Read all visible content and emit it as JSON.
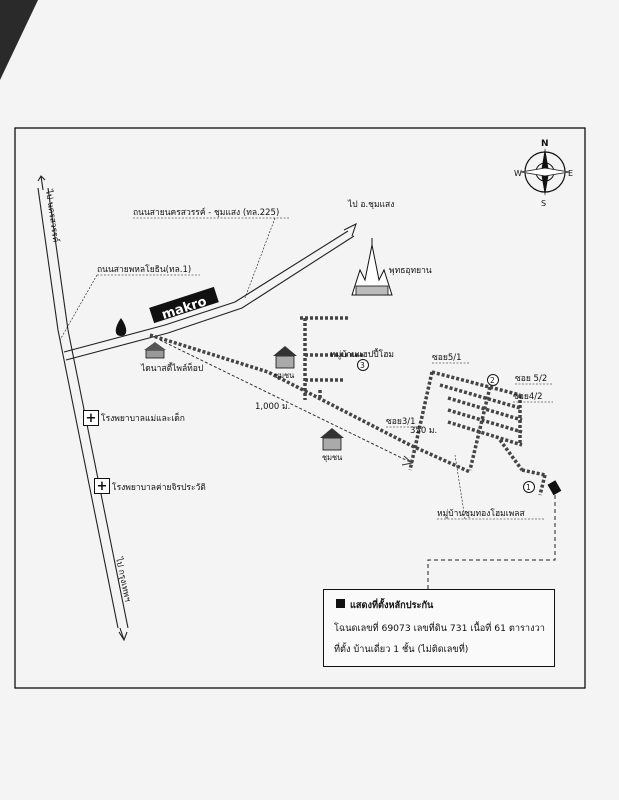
{
  "map": {
    "roads": {
      "nakhon_sawan_rd": "ถนนสายนครสวรรค์ - ชุมแสง (ทล.225)",
      "phahonyothin_rd": "ถนนสายพหลโยธิน(ทล.1)",
      "to_nakhon_sawan": "ไป นครสวรรค์",
      "to_chum_saeng": "ไป อ.ชุมแสง",
      "to_bangkok": "ไป กรุงเทพฯ"
    },
    "landmarks": {
      "makro": "makro",
      "temple": "พุทธอุทยาน",
      "kindergarten": "ไดนาสตี้ไพล์ท็อป",
      "village_tj": "หมู่บ้านแฮปปี้โฮม",
      "building_a": "ชุมชน",
      "building_b": "ชุมชน",
      "village_home_place": "หมู่บ้านชุมทองโฮมเพลส",
      "hospital_1": "โรงพยาบาลแม่และเด็ก",
      "hospital_2": "โรงพยาบาลค่ายจิรประวัติ"
    },
    "sois": {
      "soi_5_1": "ซอย5/1",
      "soi_5_2": "ซอย 5/2",
      "soi_4_2": "ซอย4/2",
      "soi_3_1": "ซอย3/1"
    },
    "distances": {
      "d1000": "1,000 ม.",
      "d350": "350 ม."
    },
    "markers": [
      "1",
      "2",
      "3"
    ],
    "compass": {
      "n": "N",
      "s": "S",
      "e": "E",
      "w": "W"
    }
  },
  "legend": {
    "title": "แสดงที่ตั้งหลักประกัน",
    "line2": "โฉนดเลขที่ 69073 เลขที่ดิน 731  เนื้อที่ 61 ตารางวา",
    "line3": "ที่ตั้ง บ้านเดี่ยว 1 ชั้น (ไม่ติดเลขที่)"
  }
}
